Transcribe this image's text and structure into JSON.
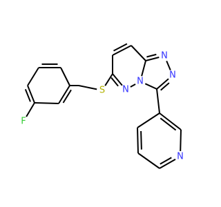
{
  "molecule": {
    "element_colors": {
      "F": "#33cc33",
      "S": "#b2b200",
      "N": "#3333ff"
    },
    "atoms": {
      "fluorine": "F",
      "sulfur": "S",
      "n_triazole_top": "N",
      "n_triazole_mid": "N",
      "n_bridgehead": "N",
      "n_pyridazine": "N",
      "n_pyridine": "N"
    }
  }
}
